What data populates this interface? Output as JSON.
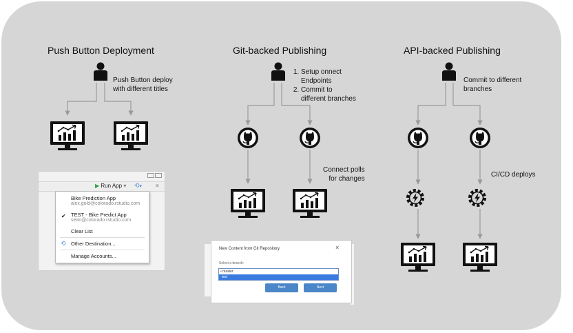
{
  "columns": [
    {
      "title": "Push Button Deployment",
      "note_lines": [
        "Push Button deploy",
        "with different titles"
      ]
    },
    {
      "title": "Git-backed Publishing",
      "steps": [
        "Setup onnect Endpoints",
        "Commit to different branches"
      ],
      "step_lines": [
        [
          "Setup onnect",
          "Endpoints"
        ],
        [
          "Commit to",
          "different branches"
        ]
      ],
      "poll_note_lines": [
        "Connect polls",
        "for changes"
      ]
    },
    {
      "title": "API-backed Publishing",
      "note_lines": [
        "Commit to different",
        "branches"
      ],
      "cicd_note": "CI/CD deploys"
    }
  ],
  "publish_menu": {
    "run_app": "Run App",
    "items": [
      {
        "title": "Bike Prediction App",
        "subtitle": "alex.gold@colorado.rstudio.com"
      },
      {
        "title": "TEST - Bike Predict App",
        "subtitle": "sean@colorado.rstudio.com",
        "checked": true
      }
    ],
    "clear_list": "Clear List",
    "other_destination": "Other Destination...",
    "manage_accounts": "Manage Accounts..."
  },
  "git_dialog": {
    "title": "New Content from Git Repository",
    "close": "×",
    "select_label": "Select a branch:",
    "options": [
      "master",
      "test"
    ],
    "selected": "test",
    "back": "Back",
    "next": "Next"
  },
  "icons": {
    "user": "user-icon",
    "monitor": "dashboard-monitor-icon",
    "github": "github-icon",
    "ci": "gear-lightning-icon"
  },
  "colors": {
    "panel": "#d6d6d6",
    "connector": "#9a9a9a",
    "icon": "#111111",
    "accent": "#4a86c8"
  }
}
